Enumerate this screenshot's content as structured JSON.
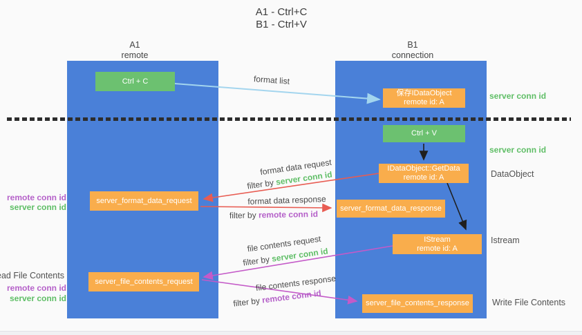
{
  "title": {
    "line1": "A1 - Ctrl+C",
    "line2": "B1 - Ctrl+V"
  },
  "lifelines": {
    "left": {
      "name": "A1",
      "role": "remote"
    },
    "right": {
      "name": "B1",
      "role": "connection"
    }
  },
  "boxes": {
    "ctrl_c": {
      "label": "Ctrl + C"
    },
    "ctrl_v": {
      "label": "Ctrl + V"
    },
    "save_dataobject": {
      "line1": "保存IDataObject",
      "line2": "remote id: A"
    },
    "getdata": {
      "line1": "IDataObject::GetData",
      "line2": "remote id: A"
    },
    "istream": {
      "line1": "IStream",
      "line2": "remote id: A"
    },
    "format_request": {
      "label": "server_format_data_request"
    },
    "format_response": {
      "label": "server_format_data_response"
    },
    "file_request": {
      "label": "server_file_contents_request"
    },
    "file_response": {
      "label": "server_file_contents_response"
    }
  },
  "edge_labels": {
    "format_list": "format list",
    "format_data_request": "format data request",
    "format_data_response": "format data response",
    "file_contents_request": "file contents request",
    "file_contents_response": "file contents response",
    "filter_by": "filter by"
  },
  "labels": {
    "server_conn_id": "server conn id",
    "remote_conn_id": "remote conn id"
  },
  "side_labels": {
    "dataobject": "DataObject",
    "istream": "Istream",
    "read_file_contents": "Read File Contents",
    "write_file_contents": "Write File Contents"
  },
  "colors": {
    "lifeline_blue": "#4a80d8",
    "box_orange": "#f9ad4c",
    "box_green": "#6cc170",
    "server_conn_id_green": "#5fbe66",
    "remote_conn_id_purple": "#b561c9",
    "request_red": "#e85c52",
    "file_magenta": "#c45ac8",
    "format_list_blue": "#a3d5ee",
    "arrow_black": "#1f1f1f"
  }
}
